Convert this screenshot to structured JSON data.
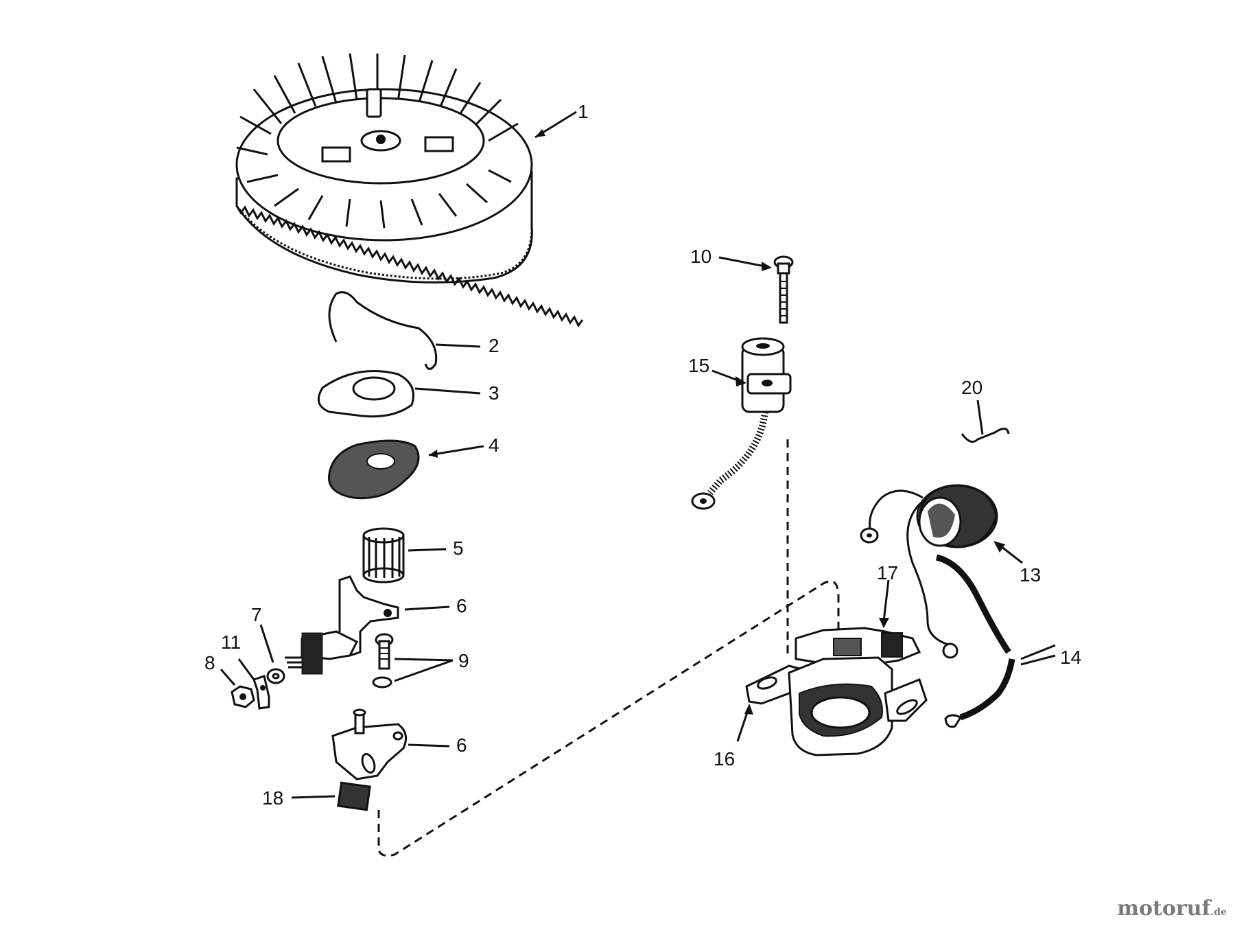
{
  "labels": {
    "l1": "1",
    "l2": "2",
    "l3": "3",
    "l4": "4",
    "l5": "5",
    "l6a": "6",
    "l6b": "6",
    "l7": "7",
    "l8": "8",
    "l9": "9",
    "l10": "10",
    "l11": "11",
    "l13": "13",
    "l14": "14",
    "l15": "15",
    "l16": "16",
    "l17": "17",
    "l18": "18",
    "l20": "20"
  },
  "watermark": {
    "main": "motoruf",
    "suffix": ".de"
  }
}
